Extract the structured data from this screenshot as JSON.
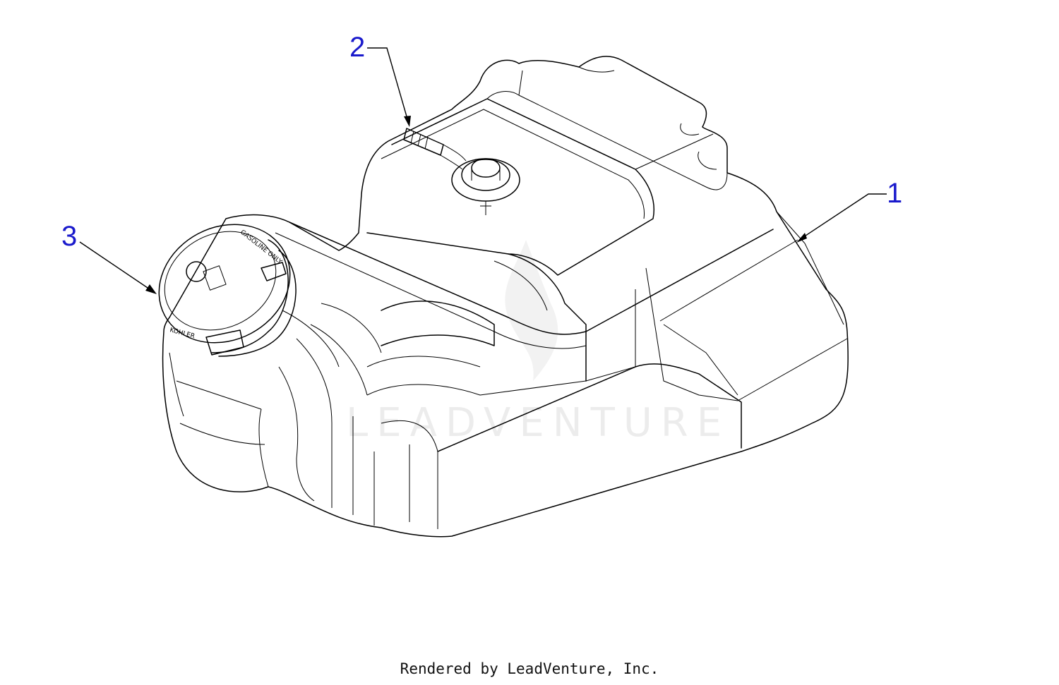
{
  "callouts": [
    {
      "number": "1"
    },
    {
      "number": "2"
    },
    {
      "number": "3"
    }
  ],
  "watermark": "LEADVENTURE",
  "cap_markings": {
    "line_a": "GASOLINE ONLY",
    "brand": "KOHLER"
  },
  "footer": "Rendered by LeadVenture, Inc.",
  "colors": {
    "callout": "#1a1acc",
    "line": "#000000"
  }
}
